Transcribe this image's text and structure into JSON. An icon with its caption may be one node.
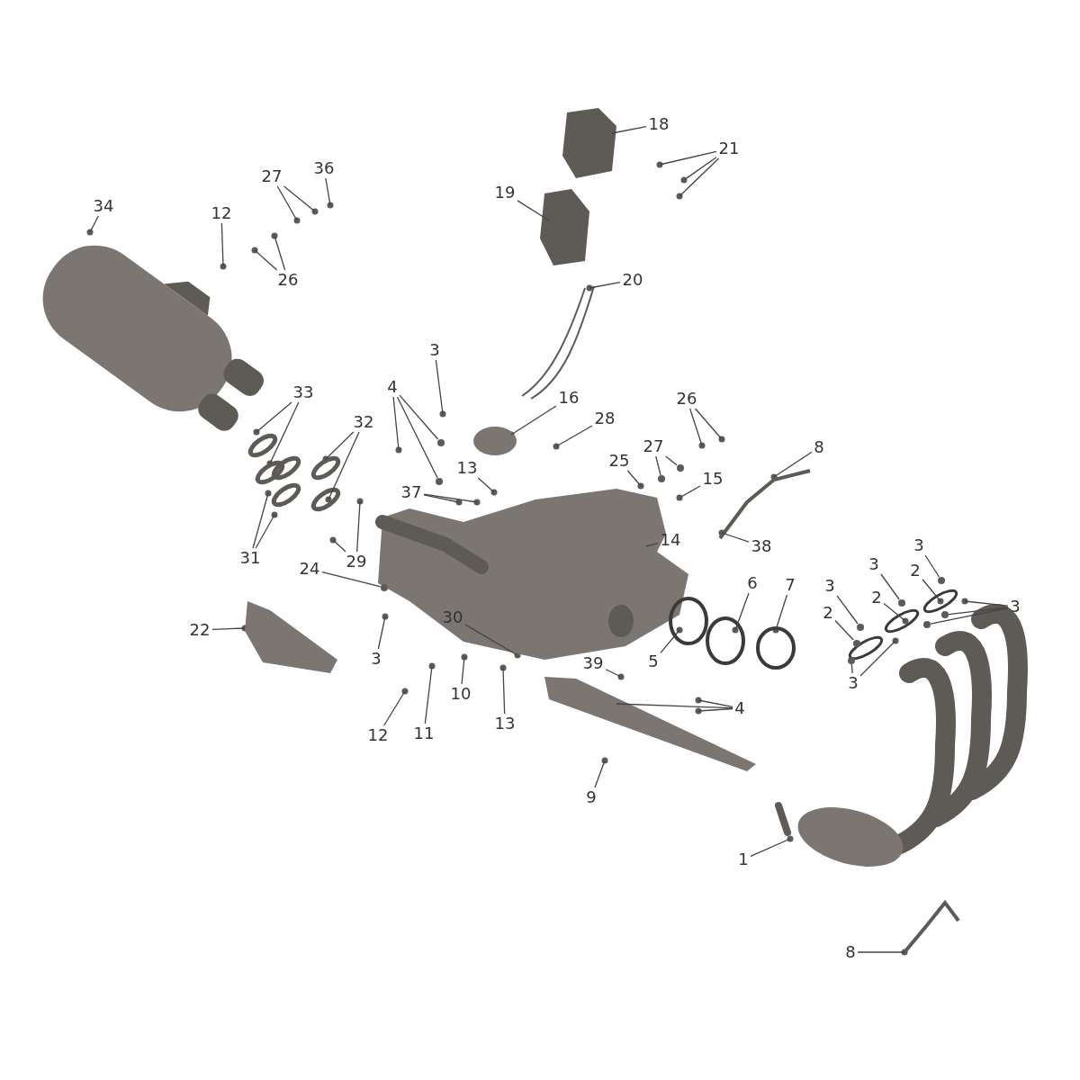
{
  "diagram": {
    "nodes": [
      {
        "text": [
          "34"
        ]
      },
      {
        "text": [
          "12"
        ]
      },
      {
        "text": [
          "27"
        ]
      },
      {
        "text": [
          "36"
        ]
      },
      {
        "text": [
          "26"
        ]
      },
      {
        "text": [
          "18"
        ]
      },
      {
        "text": [
          "21"
        ]
      },
      {
        "text": [
          "19"
        ]
      },
      {
        "text": [
          "20"
        ]
      },
      {
        "text": [
          "3"
        ]
      },
      {
        "text": [
          "4"
        ]
      },
      {
        "text": [
          "33"
        ]
      },
      {
        "text": [
          "32"
        ]
      },
      {
        "text": [
          "16"
        ]
      },
      {
        "text": [
          "28"
        ]
      },
      {
        "text": [
          "27"
        ]
      },
      {
        "text": [
          "26"
        ]
      },
      {
        "text": [
          "8"
        ]
      },
      {
        "text": [
          "13"
        ]
      },
      {
        "text": [
          "25"
        ]
      },
      {
        "text": [
          "15"
        ]
      },
      {
        "text": [
          "37"
        ]
      },
      {
        "text": [
          "31"
        ]
      },
      {
        "text": [
          "29"
        ]
      },
      {
        "text": [
          "14"
        ]
      },
      {
        "text": [
          "38"
        ]
      },
      {
        "text": [
          "3"
        ]
      },
      {
        "text": [
          "3"
        ]
      },
      {
        "text": [
          "2"
        ]
      },
      {
        "text": [
          "24"
        ]
      },
      {
        "text": [
          "6"
        ]
      },
      {
        "text": [
          "7"
        ]
      },
      {
        "text": [
          "3"
        ]
      },
      {
        "text": [
          "2"
        ]
      },
      {
        "text": [
          "3"
        ]
      },
      {
        "text": [
          "2"
        ]
      },
      {
        "text": [
          "22"
        ]
      },
      {
        "text": [
          "30"
        ]
      },
      {
        "text": [
          "3"
        ]
      },
      {
        "text": [
          "5"
        ]
      },
      {
        "text": [
          "39"
        ]
      },
      {
        "text": [
          "4"
        ]
      },
      {
        "text": [
          "10"
        ]
      },
      {
        "text": [
          "13"
        ]
      },
      {
        "text": [
          "12"
        ]
      },
      {
        "text": [
          "11"
        ]
      },
      {
        "text": [
          "3"
        ]
      },
      {
        "text": [
          "9"
        ]
      },
      {
        "text": [
          "1"
        ]
      },
      {
        "text": [
          "8"
        ]
      },
      {
        "text": [],
        "shape": "circle"
      },
      {
        "text": [],
        "shape": "circle"
      },
      {
        "text": [],
        "shape": "circle"
      },
      {
        "text": [],
        "shape": "circle"
      },
      {
        "text": [],
        "shape": "circle"
      },
      {
        "text": [],
        "shape": "circle"
      },
      {
        "text": [],
        "shape": "circle"
      },
      {
        "text": [],
        "shape": "circle"
      },
      {
        "text": [],
        "shape": "circle"
      },
      {
        "text": [],
        "shape": "circle"
      },
      {
        "text": [],
        "shape": "circle"
      },
      {
        "text": [],
        "shape": "circle"
      }
    ],
    "edges": [
      {
        "from": 0,
        "to": null,
        "arrow": "none"
      },
      {
        "from": 1,
        "to": null,
        "arrow": "none"
      },
      {
        "from": 2,
        "to": null,
        "arrow": "none"
      },
      {
        "from": 2,
        "to": null,
        "arrow": "none"
      },
      {
        "from": 3,
        "to": null,
        "arrow": "none"
      },
      {
        "from": 4,
        "to": null,
        "arrow": "none"
      },
      {
        "from": 4,
        "to": null,
        "arrow": "none"
      },
      {
        "from": 5,
        "to": null,
        "arrow": "none"
      },
      {
        "from": 6,
        "to": null,
        "arrow": "none"
      },
      {
        "from": 6,
        "to": null,
        "arrow": "none"
      },
      {
        "from": 6,
        "to": null,
        "arrow": "none"
      },
      {
        "from": 7,
        "to": null,
        "arrow": "none"
      },
      {
        "from": 8,
        "to": null,
        "arrow": "none"
      },
      {
        "from": 9,
        "to": null,
        "arrow": "none"
      },
      {
        "from": 10,
        "to": null,
        "arrow": "none"
      },
      {
        "from": 10,
        "to": 52,
        "arrow": "none"
      },
      {
        "from": 10,
        "to": 51,
        "arrow": "none"
      },
      {
        "from": 11,
        "to": null,
        "arrow": "none"
      },
      {
        "from": 11,
        "to": null,
        "arrow": "none"
      },
      {
        "from": 12,
        "to": null,
        "arrow": "none"
      },
      {
        "from": 12,
        "to": null,
        "arrow": "none"
      },
      {
        "from": 13,
        "to": null,
        "arrow": "none"
      },
      {
        "from": 14,
        "to": null,
        "arrow": "none"
      },
      {
        "from": 15,
        "to": 59,
        "arrow": "none"
      },
      {
        "from": 15,
        "to": 53,
        "arrow": "none"
      },
      {
        "from": 16,
        "to": null,
        "arrow": "none"
      },
      {
        "from": 16,
        "to": null,
        "arrow": "none"
      },
      {
        "from": 17,
        "to": null,
        "arrow": "none"
      },
      {
        "from": 18,
        "to": null,
        "arrow": "none"
      },
      {
        "from": 19,
        "to": null,
        "arrow": "none"
      },
      {
        "from": 20,
        "to": null,
        "arrow": "none"
      },
      {
        "from": 21,
        "to": null,
        "arrow": "none"
      },
      {
        "from": 21,
        "to": null,
        "arrow": "none"
      },
      {
        "from": 22,
        "to": null,
        "arrow": "none"
      },
      {
        "from": 22,
        "to": null,
        "arrow": "none"
      },
      {
        "from": 23,
        "to": null,
        "arrow": "none"
      },
      {
        "from": 23,
        "to": null,
        "arrow": "none"
      },
      {
        "from": 24,
        "to": null,
        "arrow": "none"
      },
      {
        "from": 25,
        "to": null,
        "arrow": "none"
      },
      {
        "from": 26,
        "to": 58,
        "arrow": "none"
      },
      {
        "from": 27,
        "to": 56,
        "arrow": "none"
      },
      {
        "from": 28,
        "to": null,
        "arrow": "none"
      },
      {
        "from": 29,
        "to": 50,
        "arrow": "none"
      },
      {
        "from": 30,
        "to": null,
        "arrow": "none"
      },
      {
        "from": 31,
        "to": null,
        "arrow": "none"
      },
      {
        "from": 32,
        "to": 55,
        "arrow": "none"
      },
      {
        "from": 33,
        "to": null,
        "arrow": "none"
      },
      {
        "from": 34,
        "to": null,
        "arrow": "none"
      },
      {
        "from": 34,
        "to": 61,
        "arrow": "none"
      },
      {
        "from": 34,
        "to": 57,
        "arrow": "none"
      },
      {
        "from": 35,
        "to": 54,
        "arrow": "none"
      },
      {
        "from": 36,
        "to": null,
        "arrow": "none"
      },
      {
        "from": 37,
        "to": null,
        "arrow": "none"
      },
      {
        "from": 38,
        "to": null,
        "arrow": "none"
      },
      {
        "from": 39,
        "to": null,
        "arrow": "none"
      },
      {
        "from": 40,
        "to": null,
        "arrow": "none"
      },
      {
        "from": 41,
        "to": null,
        "arrow": "none"
      },
      {
        "from": 41,
        "to": null,
        "arrow": "none"
      },
      {
        "from": 41,
        "to": null,
        "arrow": "none"
      },
      {
        "from": 42,
        "to": null,
        "arrow": "none"
      },
      {
        "from": 43,
        "to": null,
        "arrow": "none"
      },
      {
        "from": 44,
        "to": null,
        "arrow": "none"
      },
      {
        "from": 45,
        "to": null,
        "arrow": "none"
      },
      {
        "from": 46,
        "to": 60,
        "arrow": "none"
      },
      {
        "from": 46,
        "to": null,
        "arrow": "none"
      },
      {
        "from": 47,
        "to": null,
        "arrow": "none"
      },
      {
        "from": 48,
        "to": null,
        "arrow": "none"
      },
      {
        "from": 49,
        "to": null,
        "arrow": "none"
      }
    ]
  }
}
